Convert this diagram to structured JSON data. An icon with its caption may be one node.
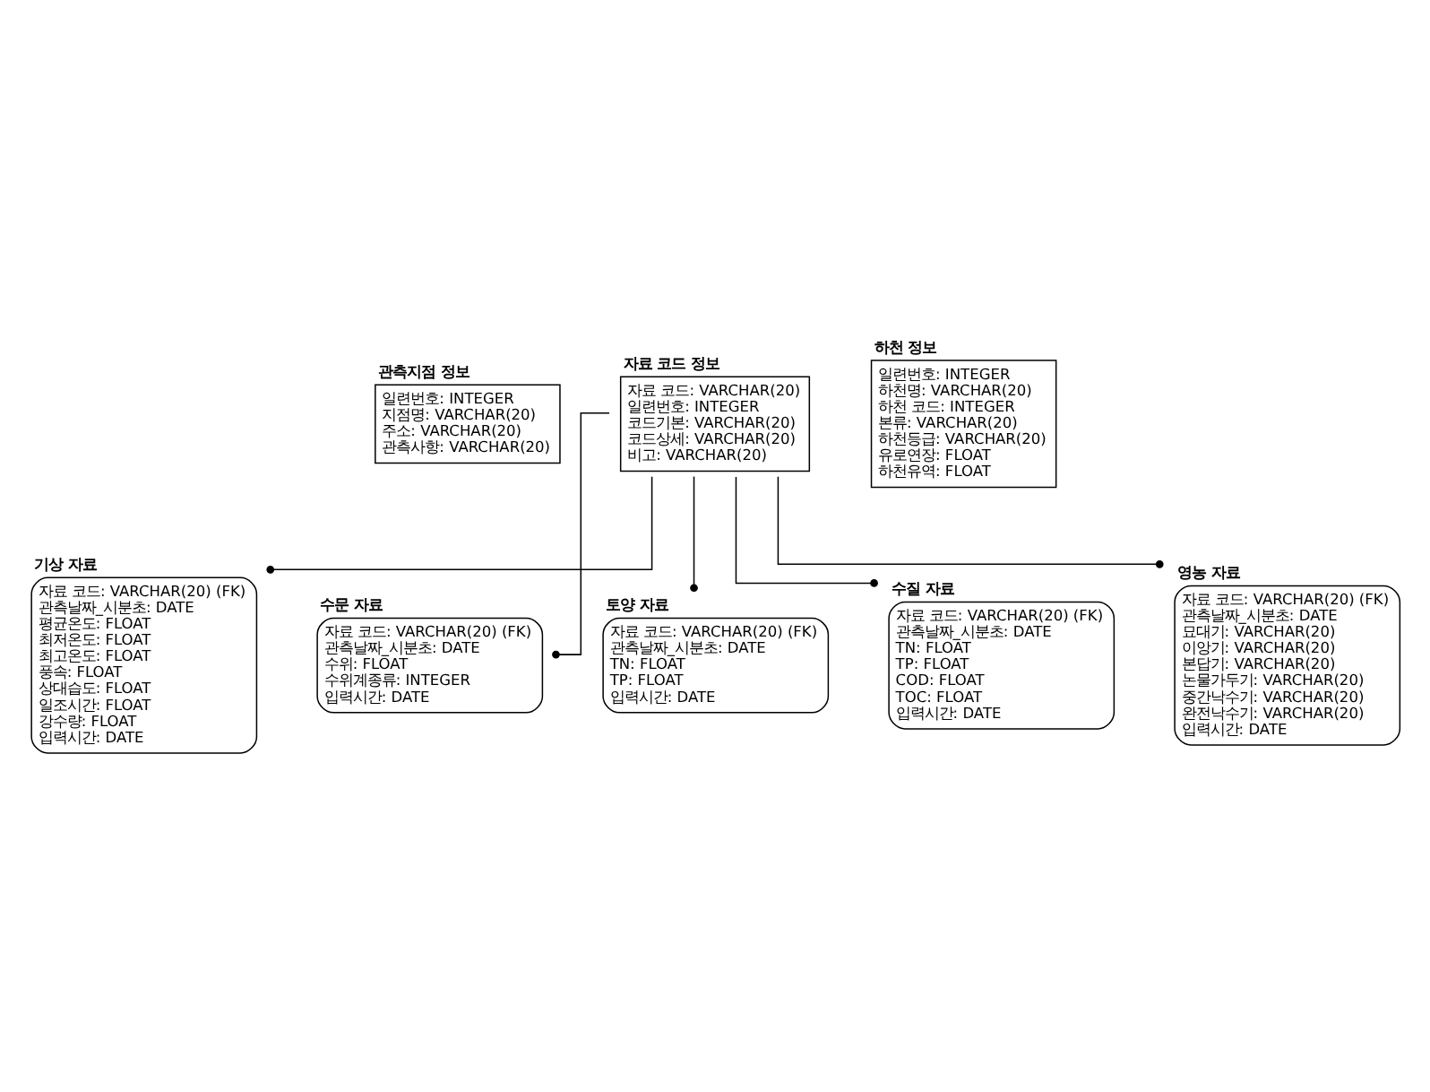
{
  "diagram": {
    "nodes": [
      {
        "text": [
          "관측지점 정보",
          "일련번호: INTEGER",
          "지점명: VARCHAR(20)",
          "주소: VARCHAR(20)",
          "관측사항: VARCHAR(20)"
        ]
      },
      {
        "text": [
          "자료 코드 정보",
          "자료 코드: VARCHAR(20)",
          "일련번호: INTEGER",
          "코드기본: VARCHAR(20)",
          "코드상세: VARCHAR(20)",
          "비고: VARCHAR(20)"
        ]
      },
      {
        "text": [
          "하천 정보",
          "일련번호: INTEGER",
          "하천명: VARCHAR(20)",
          "하천 코드: INTEGER",
          "본류: VARCHAR(20)",
          "하천등급: VARCHAR(20)",
          "유로연장: FLOAT",
          "하천유역: FLOAT"
        ]
      },
      {
        "text": [
          "기상 자료",
          "자료 코드: VARCHAR(20) (FK)",
          "관측날짜_시분초: DATE",
          "평균온도: FLOAT",
          "최저온도: FLOAT",
          "최고온도: FLOAT",
          "풍속: FLOAT",
          "상대습도: FLOAT",
          "일조시간: FLOAT",
          "강수량: FLOAT",
          "입력시간: DATE"
        ]
      },
      {
        "text": [
          "수문 자료",
          "자료 코드: VARCHAR(20) (FK)",
          "관측날짜_시분초: DATE",
          "수위: FLOAT",
          "수위계종류: INTEGER",
          "입력시간: DATE"
        ]
      },
      {
        "text": [
          "토양 자료",
          "자료 코드: VARCHAR(20) (FK)",
          "관측날짜_시분초: DATE",
          "TN: FLOAT",
          "TP: FLOAT",
          "입력시간: DATE"
        ]
      },
      {
        "text": [
          "수질 자료",
          "자료 코드: VARCHAR(20) (FK)",
          "관측날짜_시분초: DATE",
          "TN: FLOAT",
          "TP: FLOAT",
          "COD: FLOAT",
          "TOC: FLOAT",
          "입력시간: DATE"
        ]
      },
      {
        "text": [
          "영농 자료",
          "자료 코드: VARCHAR(20) (FK)",
          "관측날짜_시분초: DATE",
          "묘대기: VARCHAR(20)",
          "이앙기: VARCHAR(20)",
          "본답기: VARCHAR(20)",
          "논물가두기: VARCHAR(20)",
          "중간낙수기: VARCHAR(20)",
          "완전낙수기: VARCHAR(20)",
          "입력시간: DATE"
        ]
      }
    ],
    "edges": [
      {
        "from": 1,
        "to": 3,
        "arrow": "other"
      },
      {
        "from": 1,
        "to": 4,
        "arrow": "other"
      },
      {
        "from": 1,
        "to": 5,
        "arrow": "other"
      },
      {
        "from": 1,
        "to": 6,
        "arrow": "other"
      },
      {
        "from": 1,
        "to": 7,
        "arrow": "other"
      }
    ]
  }
}
